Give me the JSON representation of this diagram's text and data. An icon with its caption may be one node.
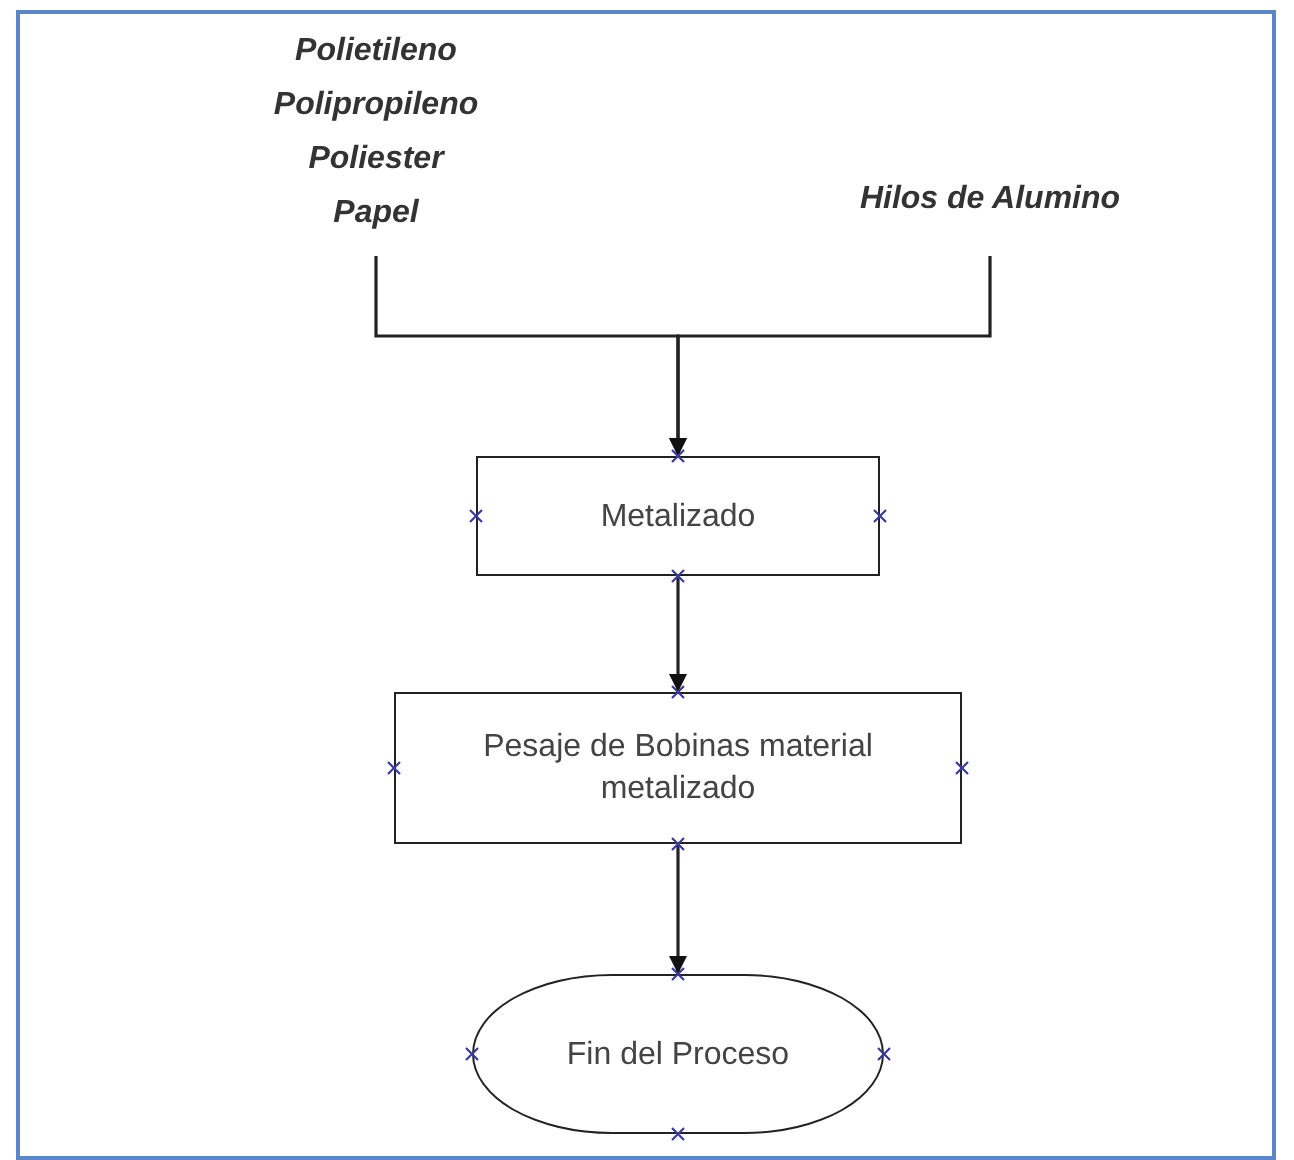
{
  "diagram": {
    "nodes": [
      {
        "text": [
          "Polietileno",
          "Polipropileno",
          "Poliester",
          "Papel"
        ]
      },
      {
        "text": [
          "Hilos de Alumino"
        ]
      },
      {
        "text": [
          "Metalizado"
        ]
      },
      {
        "text": [
          "Pesaje de Bobinas material metalizado"
        ]
      },
      {
        "text": [
          "Fin del Proceso"
        ]
      }
    ],
    "edges": [
      {
        "from": 0,
        "to": 2,
        "arrow": "to"
      },
      {
        "from": 1,
        "to": 2,
        "arrow": "to"
      },
      {
        "from": 2,
        "to": 3,
        "arrow": "to"
      },
      {
        "from": 3,
        "to": 4,
        "arrow": "to"
      }
    ]
  }
}
